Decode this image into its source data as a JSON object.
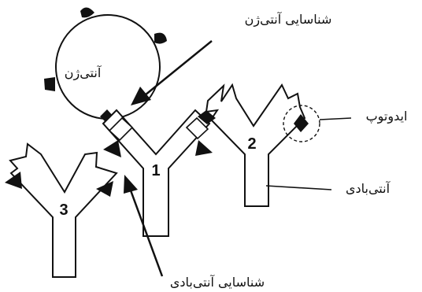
{
  "labels": {
    "antigen": "آنتی‌ژن",
    "antigen_recognition": "شناسایی آنتی‌ژن",
    "idiotope": "ایدوتوپ",
    "antibody": "آنتی‌بادی",
    "antibody_recognition": "شناسایی آنتی‌بادی"
  },
  "antibody_numbers": [
    "1",
    "2",
    "3"
  ],
  "colors": {
    "stroke": "#111111",
    "fill": "#ffffff"
  }
}
